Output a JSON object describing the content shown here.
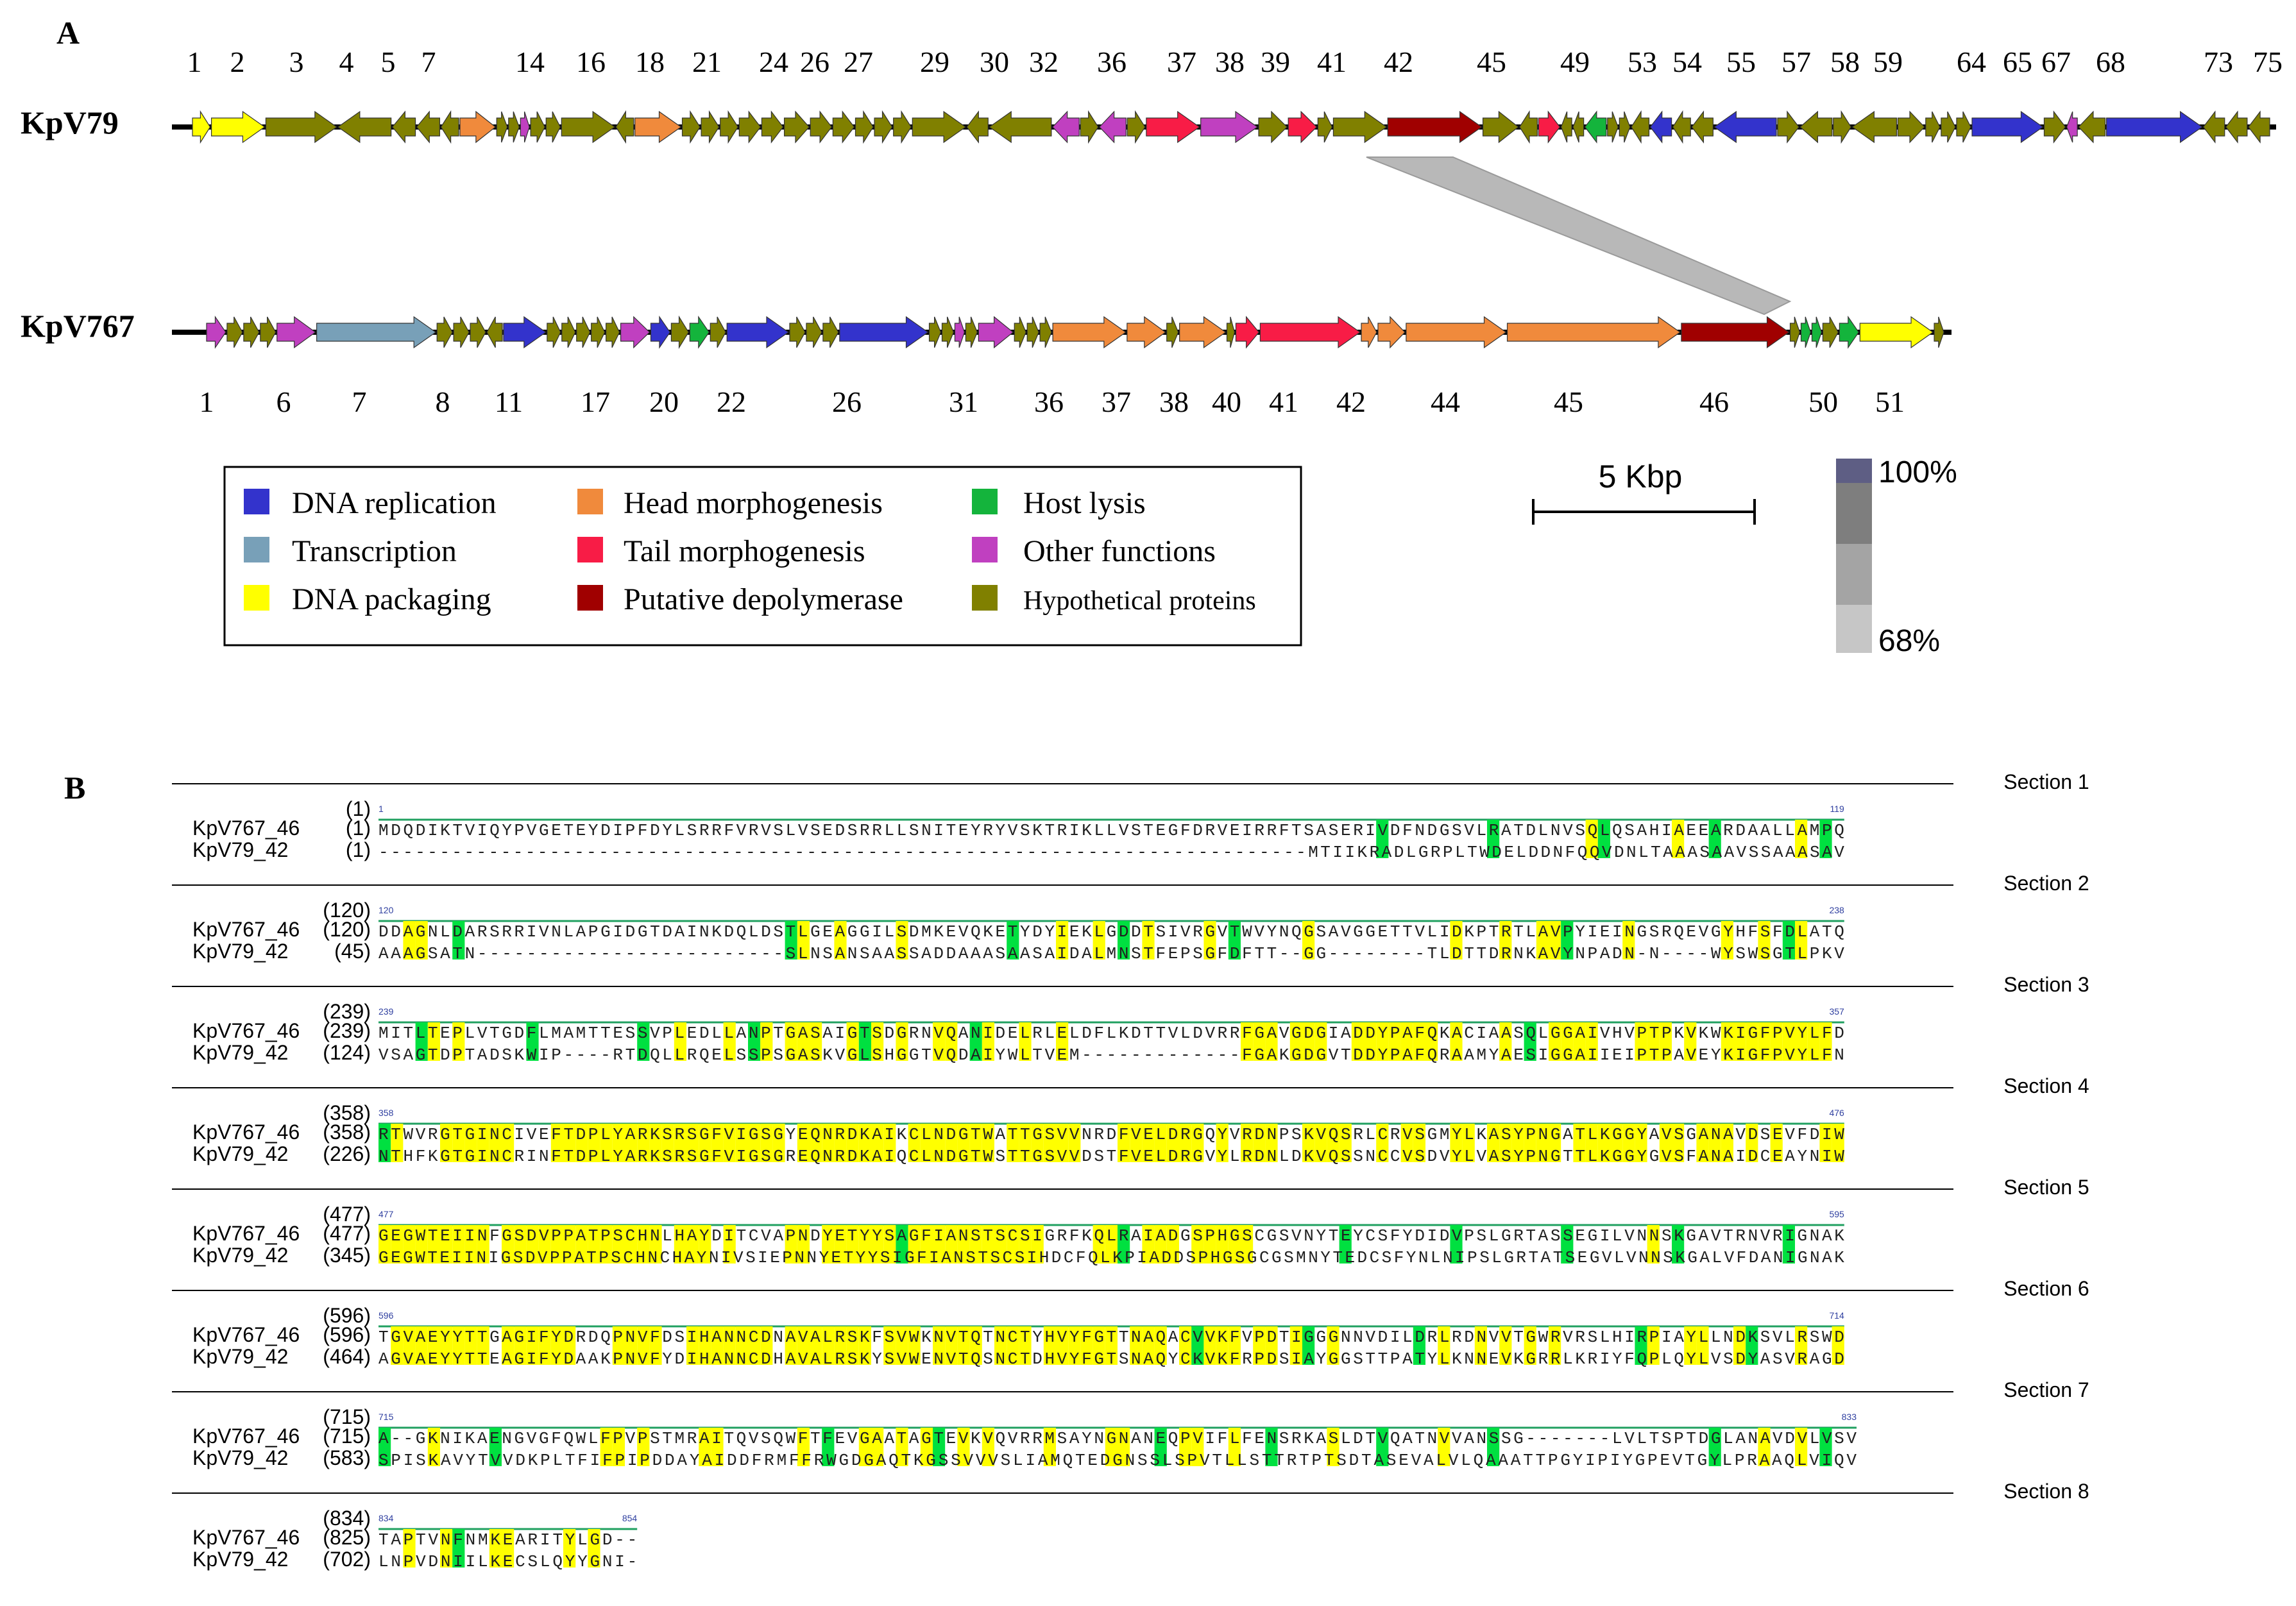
{
  "panel_a": {
    "label": "A",
    "genomes": [
      {
        "name": "KpV79",
        "numbers": [
          "1",
          "2",
          "3",
          "4",
          "5",
          "7",
          "14",
          "16",
          "18",
          "21",
          "24",
          "26",
          "27",
          "29",
          "30",
          "32",
          "36",
          "37",
          "38",
          "39",
          "41",
          "42",
          "45",
          "49",
          "53",
          "54",
          "55",
          "57",
          "58",
          "59",
          "64",
          "65",
          "67",
          "68",
          "73",
          "75"
        ],
        "genes": [
          {
            "c": "yellow",
            "d": "R",
            "w": 1
          },
          {
            "c": "yellow",
            "d": "R",
            "w": 3
          },
          {
            "c": "olive",
            "d": "R",
            "w": 4
          },
          {
            "c": "olive",
            "d": "L",
            "w": 3
          },
          {
            "c": "olive",
            "d": "L",
            "w": 1.3
          },
          {
            "c": "olive",
            "d": "L",
            "w": 1.3
          },
          {
            "c": "olive",
            "d": "L",
            "w": 1
          },
          {
            "c": "orange",
            "d": "R",
            "w": 2
          },
          {
            "c": "olive",
            "d": "R",
            "w": 0.6
          },
          {
            "c": "olive",
            "d": "R",
            "w": 0.6
          },
          {
            "c": "magenta",
            "d": "R",
            "w": 0.5
          },
          {
            "c": "olive",
            "d": "R",
            "w": 0.8
          },
          {
            "c": "olive",
            "d": "R",
            "w": 0.8
          },
          {
            "c": "olive",
            "d": "R",
            "w": 3
          },
          {
            "c": "olive",
            "d": "L",
            "w": 1
          },
          {
            "c": "orange",
            "d": "R",
            "w": 2.6
          },
          {
            "c": "olive",
            "d": "R",
            "w": 1
          },
          {
            "c": "olive",
            "d": "R",
            "w": 1
          },
          {
            "c": "olive",
            "d": "R",
            "w": 1
          },
          {
            "c": "olive",
            "d": "R",
            "w": 1.2
          },
          {
            "c": "olive",
            "d": "R",
            "w": 1.2
          },
          {
            "c": "olive",
            "d": "R",
            "w": 1.4
          },
          {
            "c": "olive",
            "d": "R",
            "w": 1.2
          },
          {
            "c": "olive",
            "d": "R",
            "w": 1.2
          },
          {
            "c": "olive",
            "d": "R",
            "w": 1
          },
          {
            "c": "olive",
            "d": "R",
            "w": 1
          },
          {
            "c": "olive",
            "d": "R",
            "w": 1
          },
          {
            "c": "olive",
            "d": "R",
            "w": 3
          },
          {
            "c": "olive",
            "d": "L",
            "w": 1.2
          },
          {
            "c": "olive",
            "d": "L",
            "w": 3.5
          },
          {
            "c": "magenta",
            "d": "L",
            "w": 1.5
          },
          {
            "c": "olive",
            "d": "R",
            "w": 1
          },
          {
            "c": "magenta",
            "d": "L",
            "w": 1.5
          },
          {
            "c": "olive",
            "d": "R",
            "w": 1
          },
          {
            "c": "red",
            "d": "R",
            "w": 3
          },
          {
            "c": "magenta",
            "d": "R",
            "w": 3.2
          },
          {
            "c": "olive",
            "d": "R",
            "w": 1.6
          },
          {
            "c": "red",
            "d": "R",
            "w": 1.6
          },
          {
            "c": "olive",
            "d": "R",
            "w": 0.8
          },
          {
            "c": "olive",
            "d": "R",
            "w": 3
          },
          {
            "c": "darkred",
            "d": "R",
            "w": 5.3
          },
          {
            "c": "olive",
            "d": "R",
            "w": 2
          },
          {
            "c": "olive",
            "d": "L",
            "w": 1
          },
          {
            "c": "red",
            "d": "R",
            "w": 1.2
          },
          {
            "c": "olive",
            "d": "L",
            "w": 0.6
          },
          {
            "c": "olive",
            "d": "L",
            "w": 0.6
          },
          {
            "c": "green",
            "d": "L",
            "w": 1.2
          },
          {
            "c": "olive",
            "d": "R",
            "w": 0.6
          },
          {
            "c": "olive",
            "d": "R",
            "w": 0.6
          },
          {
            "c": "olive",
            "d": "L",
            "w": 1
          },
          {
            "c": "blue",
            "d": "L",
            "w": 1.2
          },
          {
            "c": "olive",
            "d": "L",
            "w": 1
          },
          {
            "c": "olive",
            "d": "L",
            "w": 1.2
          },
          {
            "c": "blue",
            "d": "L",
            "w": 3.5
          },
          {
            "c": "olive",
            "d": "R",
            "w": 1.2
          },
          {
            "c": "olive",
            "d": "L",
            "w": 1.8
          },
          {
            "c": "olive",
            "d": "R",
            "w": 1
          },
          {
            "c": "olive",
            "d": "L",
            "w": 2.5
          },
          {
            "c": "olive",
            "d": "R",
            "w": 1.5
          },
          {
            "c": "olive",
            "d": "R",
            "w": 0.8
          },
          {
            "c": "olive",
            "d": "R",
            "w": 0.8
          },
          {
            "c": "olive",
            "d": "R",
            "w": 0.8
          },
          {
            "c": "blue",
            "d": "R",
            "w": 4
          },
          {
            "c": "olive",
            "d": "R",
            "w": 1.2
          },
          {
            "c": "magenta",
            "d": "L",
            "w": 0.6
          },
          {
            "c": "olive",
            "d": "L",
            "w": 1.5
          },
          {
            "c": "blue",
            "d": "R",
            "w": 5.4
          },
          {
            "c": "olive",
            "d": "L",
            "w": 1.2
          },
          {
            "c": "olive",
            "d": "L",
            "w": 1.2
          },
          {
            "c": "olive",
            "d": "L",
            "w": 1.2
          }
        ]
      },
      {
        "name": "KpV767",
        "numbers": [
          "1",
          "6",
          "7",
          "8",
          "11",
          "17",
          "20",
          "22",
          "26",
          "31",
          "36",
          "37",
          "38",
          "40",
          "41",
          "42",
          "44",
          "45",
          "46",
          "50",
          "51"
        ],
        "genes": [
          {
            "c": "magenta",
            "d": "R",
            "w": 1
          },
          {
            "c": "olive",
            "d": "R",
            "w": 0.8
          },
          {
            "c": "olive",
            "d": "R",
            "w": 0.8
          },
          {
            "c": "olive",
            "d": "R",
            "w": 0.8
          },
          {
            "c": "magenta",
            "d": "R",
            "w": 2
          },
          {
            "c": "steel",
            "d": "R",
            "w": 6.2
          },
          {
            "c": "olive",
            "d": "R",
            "w": 0.8
          },
          {
            "c": "olive",
            "d": "R",
            "w": 0.8
          },
          {
            "c": "olive",
            "d": "R",
            "w": 0.8
          },
          {
            "c": "olive",
            "d": "L",
            "w": 0.8
          },
          {
            "c": "blue",
            "d": "R",
            "w": 2.2
          },
          {
            "c": "olive",
            "d": "R",
            "w": 0.7
          },
          {
            "c": "olive",
            "d": "R",
            "w": 0.7
          },
          {
            "c": "olive",
            "d": "R",
            "w": 0.7
          },
          {
            "c": "olive",
            "d": "R",
            "w": 0.7
          },
          {
            "c": "olive",
            "d": "R",
            "w": 0.7
          },
          {
            "c": "magenta",
            "d": "R",
            "w": 1.5
          },
          {
            "c": "blue",
            "d": "R",
            "w": 1
          },
          {
            "c": "olive",
            "d": "R",
            "w": 0.9
          },
          {
            "c": "green",
            "d": "R",
            "w": 1
          },
          {
            "c": "olive",
            "d": "R",
            "w": 0.8
          },
          {
            "c": "blue",
            "d": "R",
            "w": 3.2
          },
          {
            "c": "olive",
            "d": "R",
            "w": 0.8
          },
          {
            "c": "olive",
            "d": "R",
            "w": 0.8
          },
          {
            "c": "olive",
            "d": "R",
            "w": 0.8
          },
          {
            "c": "blue",
            "d": "R",
            "w": 4.6
          },
          {
            "c": "olive",
            "d": "R",
            "w": 0.6
          },
          {
            "c": "olive",
            "d": "R",
            "w": 0.6
          },
          {
            "c": "magenta",
            "d": "R",
            "w": 0.5
          },
          {
            "c": "olive",
            "d": "R",
            "w": 0.6
          },
          {
            "c": "magenta",
            "d": "R",
            "w": 1.8
          },
          {
            "c": "olive",
            "d": "R",
            "w": 0.6
          },
          {
            "c": "olive",
            "d": "R",
            "w": 0.6
          },
          {
            "c": "olive",
            "d": "R",
            "w": 0.6
          },
          {
            "c": "orange",
            "d": "R",
            "w": 3.8
          },
          {
            "c": "orange",
            "d": "R",
            "w": 2
          },
          {
            "c": "olive",
            "d": "R",
            "w": 0.6
          },
          {
            "c": "orange",
            "d": "R",
            "w": 2.4
          },
          {
            "c": "olive",
            "d": "R",
            "w": 0.4
          },
          {
            "c": "red",
            "d": "R",
            "w": 1.2
          },
          {
            "c": "red",
            "d": "R",
            "w": 5.2
          },
          {
            "c": "orange",
            "d": "R",
            "w": 0.8
          },
          {
            "c": "orange",
            "d": "R",
            "w": 1.4
          },
          {
            "c": "orange",
            "d": "R",
            "w": 5.2
          },
          {
            "c": "orange",
            "d": "R",
            "w": 9
          },
          {
            "c": "darkred",
            "d": "R",
            "w": 5.6
          },
          {
            "c": "olive",
            "d": "R",
            "w": 0.5
          },
          {
            "c": "green",
            "d": "R",
            "w": 0.5
          },
          {
            "c": "green",
            "d": "R",
            "w": 0.5
          },
          {
            "c": "olive",
            "d": "R",
            "w": 0.8
          },
          {
            "c": "green",
            "d": "R",
            "w": 1
          },
          {
            "c": "yellow",
            "d": "R",
            "w": 3.8
          },
          {
            "c": "olive",
            "d": "R",
            "w": 0.5
          }
        ]
      }
    ],
    "legend": [
      {
        "color": "blue",
        "label": "DNA replication"
      },
      {
        "color": "steel",
        "label": "Transcription"
      },
      {
        "color": "yellow",
        "label": "DNA packaging"
      },
      {
        "color": "orange",
        "label": "Head morphogenesis"
      },
      {
        "color": "red",
        "label": "Tail morphogenesis"
      },
      {
        "color": "darkred",
        "label": "Putative depolymerase"
      },
      {
        "color": "green",
        "label": "Host lysis"
      },
      {
        "color": "magenta",
        "label": "Other functions"
      },
      {
        "color": "olive",
        "label": "Hypothetical proteins"
      }
    ],
    "scale_bar_label": "5 Kbp",
    "identity_scale": {
      "top": "100%",
      "bottom": "68%"
    }
  },
  "panel_b": {
    "label": "B",
    "seq_names": [
      "KpV767_46",
      "KpV79_42"
    ],
    "consensus_label": "(1)",
    "sections": [
      {
        "title": "Section 1",
        "cons": "(1)",
        "r1": "(1)",
        "r2": "(1)",
        "lo": "1",
        "hi": "119",
        "s1": "MDQDIKTVIQYPVGETEYDIPFDYLSRRFVRVSLVSEDSRRLLSNITEYRYVSKTRIKLLVSTEGFDRVEIRRFTSASERIVDFNDGSVLRATDLNVSQLQSAHIAEEARDAALLAMPQ",
        "s2": "----------------------------------------------------------------------------MTIIKRADLGRPLTWDELDDNFQQVDNLTAAASAAVSSAAASAV"
      },
      {
        "title": "Section 2",
        "cons": "(120)",
        "r1": "(120)",
        "r2": "(45)",
        "lo": "120",
        "hi": "238",
        "s1": "DDAGNLDARSRRIVNLAPGIDGTDAINKDQLDSTLGEAGGILSDMKEVQKETYDYIEKLGDDTSIVRGVTWVYNQGSAVGGETTVLIDKPTRTLAVPYIEINGSRQEVGYHFSFDLATQ",
        "s2": "AAAGSATN-------------------------SLNSANSAASSADDAAASAASAIDALMNSTFEPSGFDFTT--GG--------TLDTTDRNKAVYNPADN-N----WYSWSGTLPKV"
      },
      {
        "title": "Section 3",
        "cons": "(239)",
        "r1": "(239)",
        "r2": "(124)",
        "lo": "239",
        "hi": "357",
        "s1": "MITLTEPLVTGDFLMAMTTESSVPLEDLLANPTGASAIGTSDGRNVQANIDELRLELDFLKDTTVLDVRRFGAVGDGIADDYPAFQKACIAASQLGGAIVHVPTPKVKWKIGFPVYLFD",
        "s2": "VSAGTDPTADSKWIP----RTDQLLRQELSSPSGASKVGLSHGGTVQDAIYWLTVEM-------------FGAKGDGVTDDYPAFQRAAMYAESIGGAIIEIPTPAVEYKIGFPVYLFN"
      },
      {
        "title": "Section 4",
        "cons": "(358)",
        "r1": "(358)",
        "r2": "(226)",
        "lo": "358",
        "hi": "476",
        "s1": "RTWVRGTGINCIVEFTDPLYARKSRSGFVIGSGYEQNRDKAIKCLNDGTWATTGSVVNRDFVELDRGQYVRDNPSKVQSRLCRVSGMYLKASYPNGATLKGGYAVSGANAVDSEVFDIW",
        "s2": "NTHFKGTGINCRINFTDPLYARKSRSGFVIGSGREQNRDKAIQCLNDGTWSTTGSVVDSTFVELDRGVYLRDNLDKVQSSNCCVSDVYLVASYPNGTTLKGGYGVSFANAIDCEAYNIW"
      },
      {
        "title": "Section 5",
        "cons": "(477)",
        "r1": "(477)",
        "r2": "(345)",
        "lo": "477",
        "hi": "595",
        "s1": "GEGWTEIINFGSDVPPATPSCHNLHAYDITCVAPNDYETYYSAGFIANSTSCSIGRFKQLRAIADGSPHGSCGSVNYTEYCSFYDIDVPSLGRTASSEGILVNNSKGAVTRNVRIGNAK",
        "s2": "GEGWTEIINIGSDVPPATPSCHNCHAYNIVSIEPNNYETYYSIGFIANSTSCSIHDCFQLKPIADDSPHGSGCGSMNYTEDCSFYNLNIPSLGRTATSEGVLVNNSKGALVFDANIGNAK"
      },
      {
        "title": "Section 6",
        "cons": "(596)",
        "r1": "(596)",
        "r2": "(464)",
        "lo": "596",
        "hi": "714",
        "s1": "TGVAEYYTTGAGIFYDRDQPNVFDSIHANNCDNAVALRSKFSVWKNVTQTNCTYHVYFGTTNAQACVVKFVPDTIGGGNNVDILDRLRDNVVTGWRVRSLHIRPIAYLLNDKSVLRSWD",
        "s2": "AGVAEYYTTEAGIFYDAAKPNVFYDIHANNCDHAVALRSKYSVWENVTQSNCTDHVYFGTSNAQYCKVKFRPDSIAYGGSTTPATYLKNNEVKGRRLKRIYFQPLQYLVSDYASVRAGD"
      },
      {
        "title": "Section 7",
        "cons": "(715)",
        "r1": "(715)",
        "r2": "(583)",
        "lo": "715",
        "hi": "833",
        "s1": "A--GKNIKAENGVGFQWLFPVPSTMRAITQVSQWFTFEVGAATAGTEVKVQVRRMSAYNGNANEQPVIFLFENSRKASLDTVQATNVVANSSG-------LVLTSPTDGLANAVDVLVSV",
        "s2": "SPISKAVYTVVDKPLTFIFPIPDDAYAIDDFRMFFRWGDGAQTKGSSVVVSLIAMQTEDGNSSLSPVTLLSTTRTPTSDTASEVALVLQAAATTPGYIPIYGPEVTGYLPRAAQLVIQV"
      },
      {
        "title": "Section 8",
        "cons": "(834)",
        "r1": "(825)",
        "r2": "(702)",
        "lo": "834",
        "hi": "854",
        "s1": "TAPTVNFNMKEARITYLGD--",
        "s2": "LNPVDNIILKECSLQYYGNI-"
      }
    ]
  }
}
